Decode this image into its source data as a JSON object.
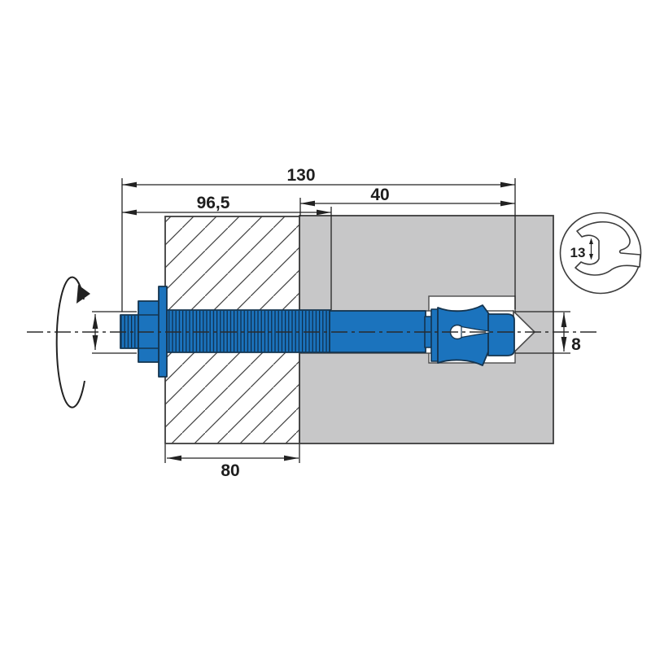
{
  "diagram": {
    "title_semantic": "anchor-bolt-installation-cross-section",
    "labels": {
      "total_length": "130",
      "thread_length": "96,5",
      "anchorage_depth": "40",
      "fixture_thickness": "80",
      "drill_diameter": "8",
      "wrench_size": "13"
    },
    "colors": {
      "anchor_blue": "#1b73bd",
      "anchor_outline": "#14344f",
      "concrete_gray": "#c7c7c8",
      "block_outline": "#3d3d3d",
      "dimension_line": "#222222",
      "hole_line": "#4a4a4a",
      "background": "#ffffff"
    }
  }
}
